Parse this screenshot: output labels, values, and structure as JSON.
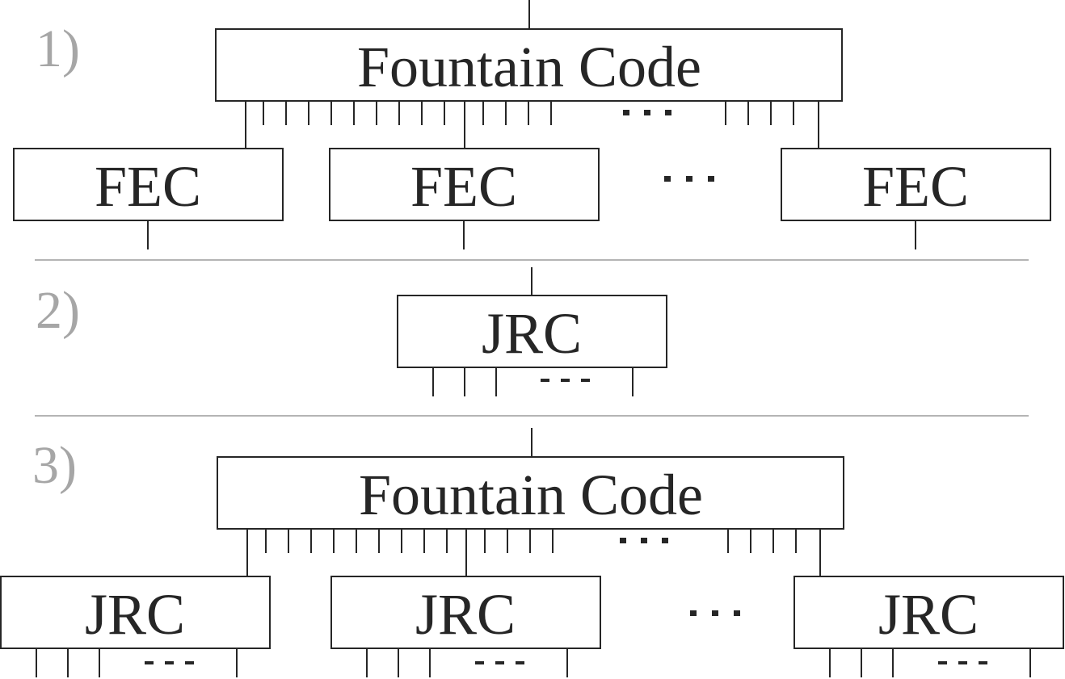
{
  "panels": [
    {
      "number": "1)",
      "top_block": "Fountain Code",
      "sub_blocks": [
        "FEC",
        "FEC",
        "FEC"
      ],
      "ellipsis": "···"
    },
    {
      "number": "2)",
      "top_block": "JRC",
      "ellipsis": "- - -"
    },
    {
      "number": "3)",
      "top_block": "Fountain Code",
      "sub_blocks": [
        "JRC",
        "JRC",
        "JRC"
      ],
      "ellipsis": "···",
      "sub_ellipsis": "- - -"
    }
  ],
  "colors": {
    "line": "#262626",
    "separator": "#b4b4b4",
    "number": "#a6a6a6"
  }
}
